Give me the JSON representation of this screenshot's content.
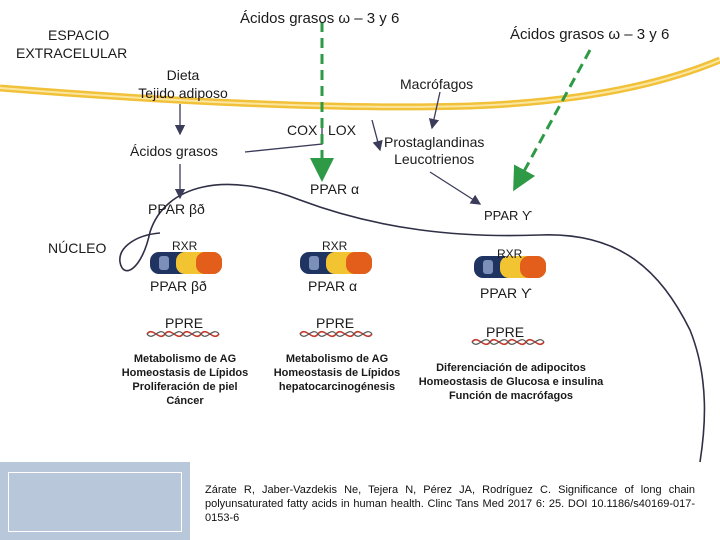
{
  "title_top": "Ácidos grasos ω – 3 y 6",
  "title_right": "Ácidos grasos ω – 3 y 6",
  "extracellular": {
    "line1": "ESPACIO",
    "line2": "EXTRACELULAR"
  },
  "dieta": {
    "line1": "Dieta",
    "line2": "Tejido adiposo"
  },
  "macrofagos": "Macrófagos",
  "cox": "COX",
  "lox": "LOX",
  "acidos_grasos": "Ácidos grasos",
  "prostaglandinas": {
    "line1": "Prostaglandinas",
    "line2": "Leucotrienos"
  },
  "nucleo": "NÚCLEO",
  "receptors": {
    "bd": "PPAR βð",
    "alpha": "PPAR α",
    "gamma": "PPAR ϒ"
  },
  "rxr": "RXR",
  "ppre": "PPRE",
  "effects_left": [
    "Metabolismo de AG",
    "Homeostasis de Lípidos",
    "Proliferación de piel",
    "Cáncer"
  ],
  "effects_mid": [
    "Metabolismo de AG",
    "Homeostasis de Lípidos",
    "hepatocarcinogénesis"
  ],
  "effects_right": [
    "Diferenciación de adipocitos",
    "Homeostasis de Glucosa e insulina",
    "Función de macrófagos"
  ],
  "citation": "Zárate R, Jaber-Vazdekis Ne, Tejera N, Pérez JA, Rodríguez C. Significance of long chain polyunsaturated fatty acids in human health. Clinc Tans Med 2017 6: 25. DOI 10.1186/s40169-017-0153-6",
  "colors": {
    "membrane_outer": "#f2c13a",
    "membrane_inner": "#fbe6a0",
    "arrow_green": "#2e9a45",
    "receptor_navy": "#1f3461",
    "receptor_yellow": "#f3c431",
    "receptor_orange": "#e35d1b",
    "footer_block": "#b8c7d9"
  }
}
